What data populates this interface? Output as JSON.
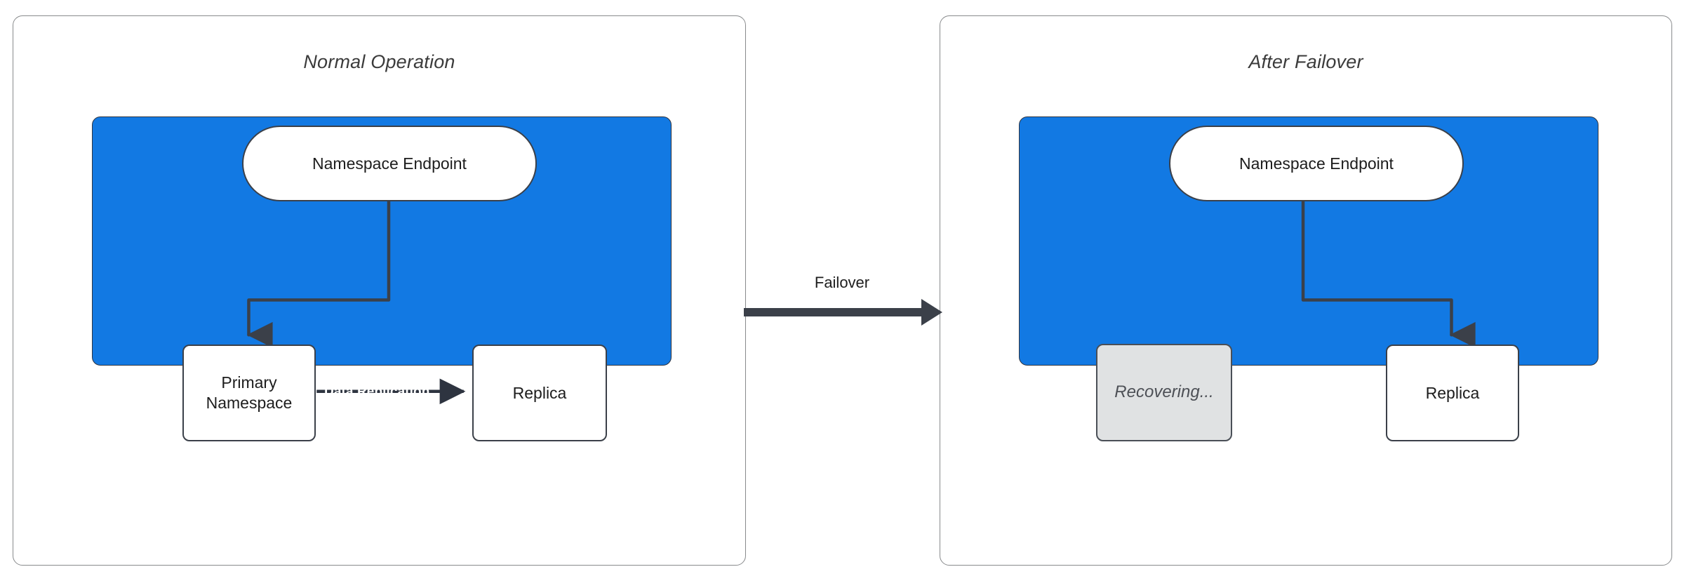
{
  "diagram": {
    "title_hidden": "",
    "colors": {
      "blue_zone": "#1279e3",
      "node_border": "#3b4049",
      "node_fill": "#ffffff",
      "muted_fill": "#e0e2e3",
      "edge_stroke": "#3b4049",
      "panel_border": "#888a8c",
      "replication_label": "#ffffff"
    }
  },
  "panels": [
    {
      "id": "normal",
      "title": "Normal Operation",
      "nodes": {
        "endpoint": "Namespace Endpoint",
        "primary": "Primary\nNamespace",
        "primary_line1": "Primary",
        "primary_line2": "Namespace",
        "replica": "Replica"
      },
      "edges": {
        "endpoint_to_primary": "",
        "replication_label": "Data Replication"
      }
    },
    {
      "id": "failover",
      "title": "After Failover",
      "nodes": {
        "endpoint": "Namespace Endpoint",
        "recovering": "Recovering...",
        "replica": "Replica"
      },
      "edges": {
        "endpoint_to_replica": ""
      }
    }
  ],
  "transition": {
    "label": "Failover",
    "icon": "arrow-right-icon"
  }
}
